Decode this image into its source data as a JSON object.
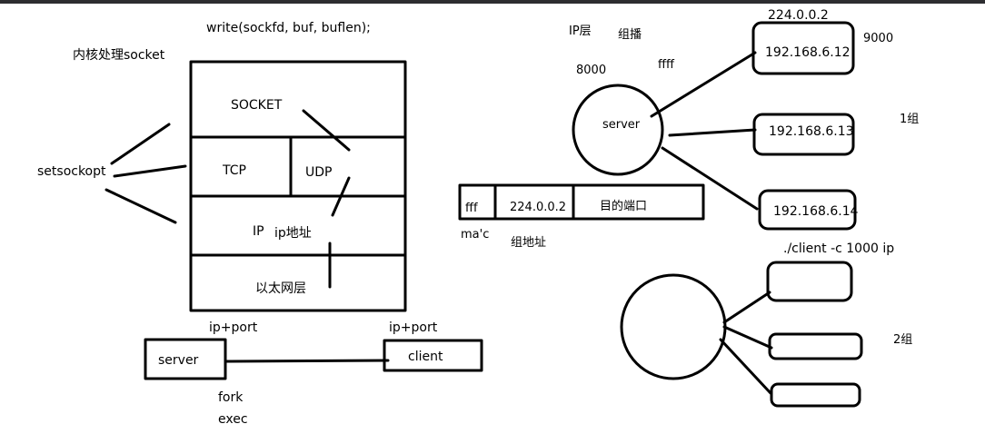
{
  "colors": {
    "background": "#ffffff",
    "ink": "#000000",
    "top_bar": "#2d2d30"
  },
  "text": {
    "write_call": "write(sockfd, buf, buflen);",
    "kernel_label": "内核处理socket",
    "setsockopt": "setsockopt",
    "layer_socket": "SOCKET",
    "layer_tcp": "TCP",
    "layer_udp": "UDP",
    "layer_ip": "IP",
    "ip_address_note": "ip地址",
    "layer_ethernet": "以太网层",
    "ip_port_left": "ip+port",
    "ip_port_right": "ip+port",
    "server_box": "server",
    "client_box": "client",
    "fork": "fork",
    "exec": "exec",
    "ip_layer": "IP层",
    "multicast": "组播",
    "port_8000": "8000",
    "ffff": "ffff",
    "server_circle": "server",
    "mc_group_addr": "224.0.0.2",
    "port_9000": "9000",
    "host_12": "192.168.6.12",
    "host_13": "192.168.6.13",
    "host_14": "192.168.6.14",
    "group_1": "1组",
    "frame_fff": "fff",
    "frame_addr": "224.0.0.2",
    "frame_dest_port": "目的端口",
    "mac": "ma'c",
    "group_address": "组地址",
    "client_cmd": "./client -c 1000  ip",
    "group_2": "2组"
  }
}
